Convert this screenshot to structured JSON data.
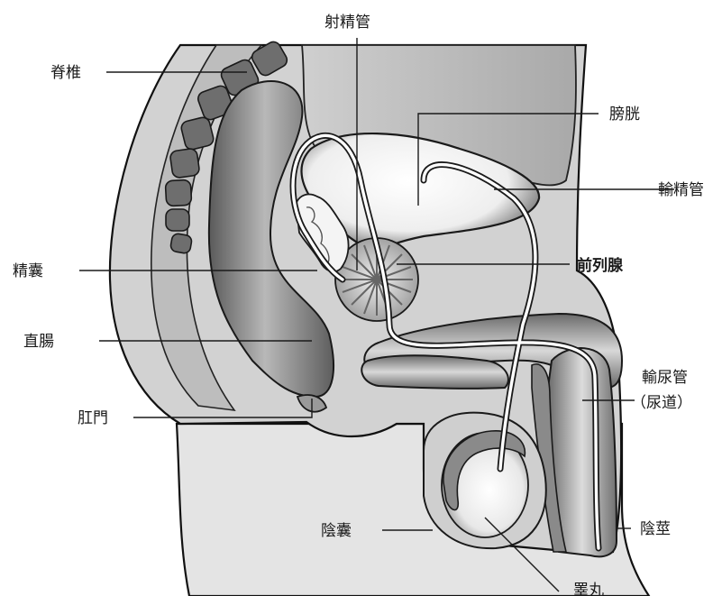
{
  "labels": {
    "ejaculatory_duct": "射精管",
    "spine": "脊椎",
    "bladder": "膀胱",
    "vas_deferens": "輸精管",
    "seminal_vesicle": "精囊",
    "prostate": "前列腺",
    "rectum": "直腸",
    "anus": "肛門",
    "urethra_line1": "輸尿管",
    "urethra_line2": "（尿道）",
    "scrotum": "陰囊",
    "penis": "陰莖",
    "testis": "睪丸"
  },
  "colors": {
    "background": "#ffffff",
    "body_fill": "#d4d4d4",
    "organ_dark": "#6a6a6a",
    "organ_light": "#f4f4f4",
    "outline": "#111111"
  }
}
